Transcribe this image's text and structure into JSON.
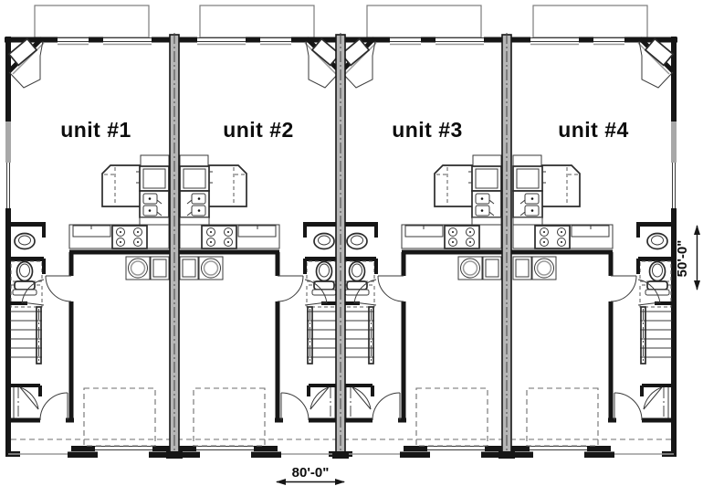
{
  "plan": {
    "units": [
      {
        "label": "unit #1"
      },
      {
        "label": "unit #2"
      },
      {
        "label": "unit #3"
      },
      {
        "label": "unit #4"
      }
    ],
    "dimensions": {
      "width": "80'-0\"",
      "depth": "50'-0\""
    },
    "colors": {
      "wall": "#161616",
      "party_wall_fill": "#b6b6b6",
      "dashed_line": "#6e6e6e",
      "background": "#ffffff"
    }
  }
}
